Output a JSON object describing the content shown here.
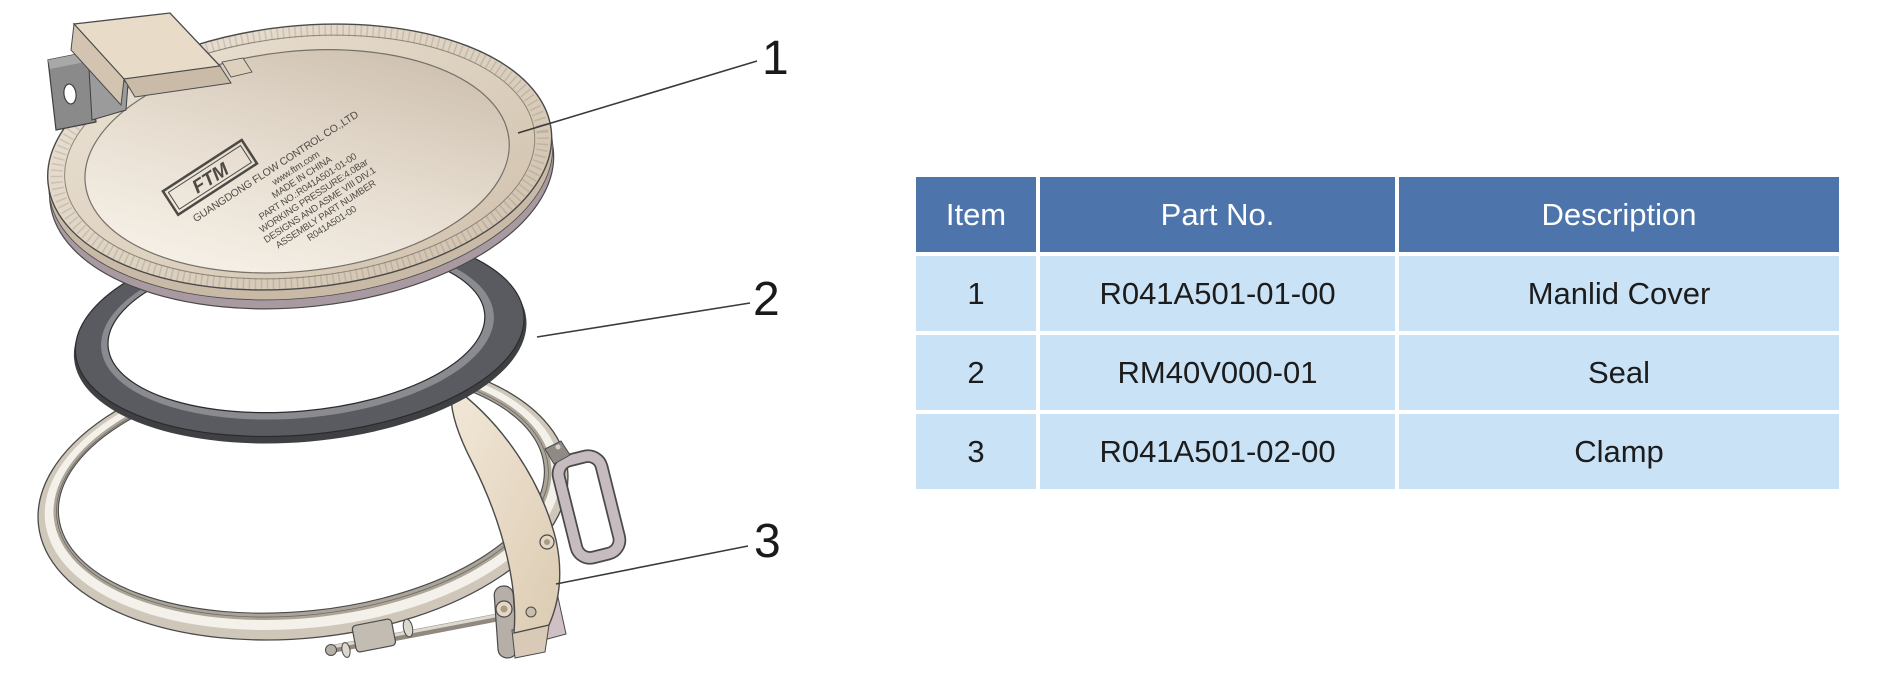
{
  "diagram": {
    "callouts": [
      {
        "label": "1"
      },
      {
        "label": "2"
      },
      {
        "label": "3"
      }
    ],
    "engraving": {
      "logo": "FTM",
      "lines": [
        "GUANGDONG FLOW CONTROL CO.,LTD",
        "www.ftm.com",
        "MADE IN CHINA",
        "PART NO.:R041A501-01-00",
        "WORKING PRESSURE:4.0Bar",
        "DESIGNS AND ASME VIII DIV.1",
        "ASSEMBLY PART NUMBER",
        "R041A501-00"
      ]
    },
    "colors": {
      "cover_beige": "#e8dcc9",
      "seal_gray": "#5a5b60",
      "clamp_metal": "#f4f1ea",
      "leader_line": "#3a3a3a"
    }
  },
  "table": {
    "columns": [
      "Item",
      "Part No.",
      "Description"
    ],
    "rows": [
      [
        "1",
        "R041A501-01-00",
        "Manlid Cover"
      ],
      [
        "2",
        "RM40V000-01",
        "Seal"
      ],
      [
        "3",
        "R041A501-02-00",
        "Clamp"
      ]
    ],
    "colors": {
      "header_bg": "#4d75ac",
      "header_text": "#ffffff",
      "row_bg": "#c9e2f6",
      "row_text": "#1c1c1c"
    }
  }
}
